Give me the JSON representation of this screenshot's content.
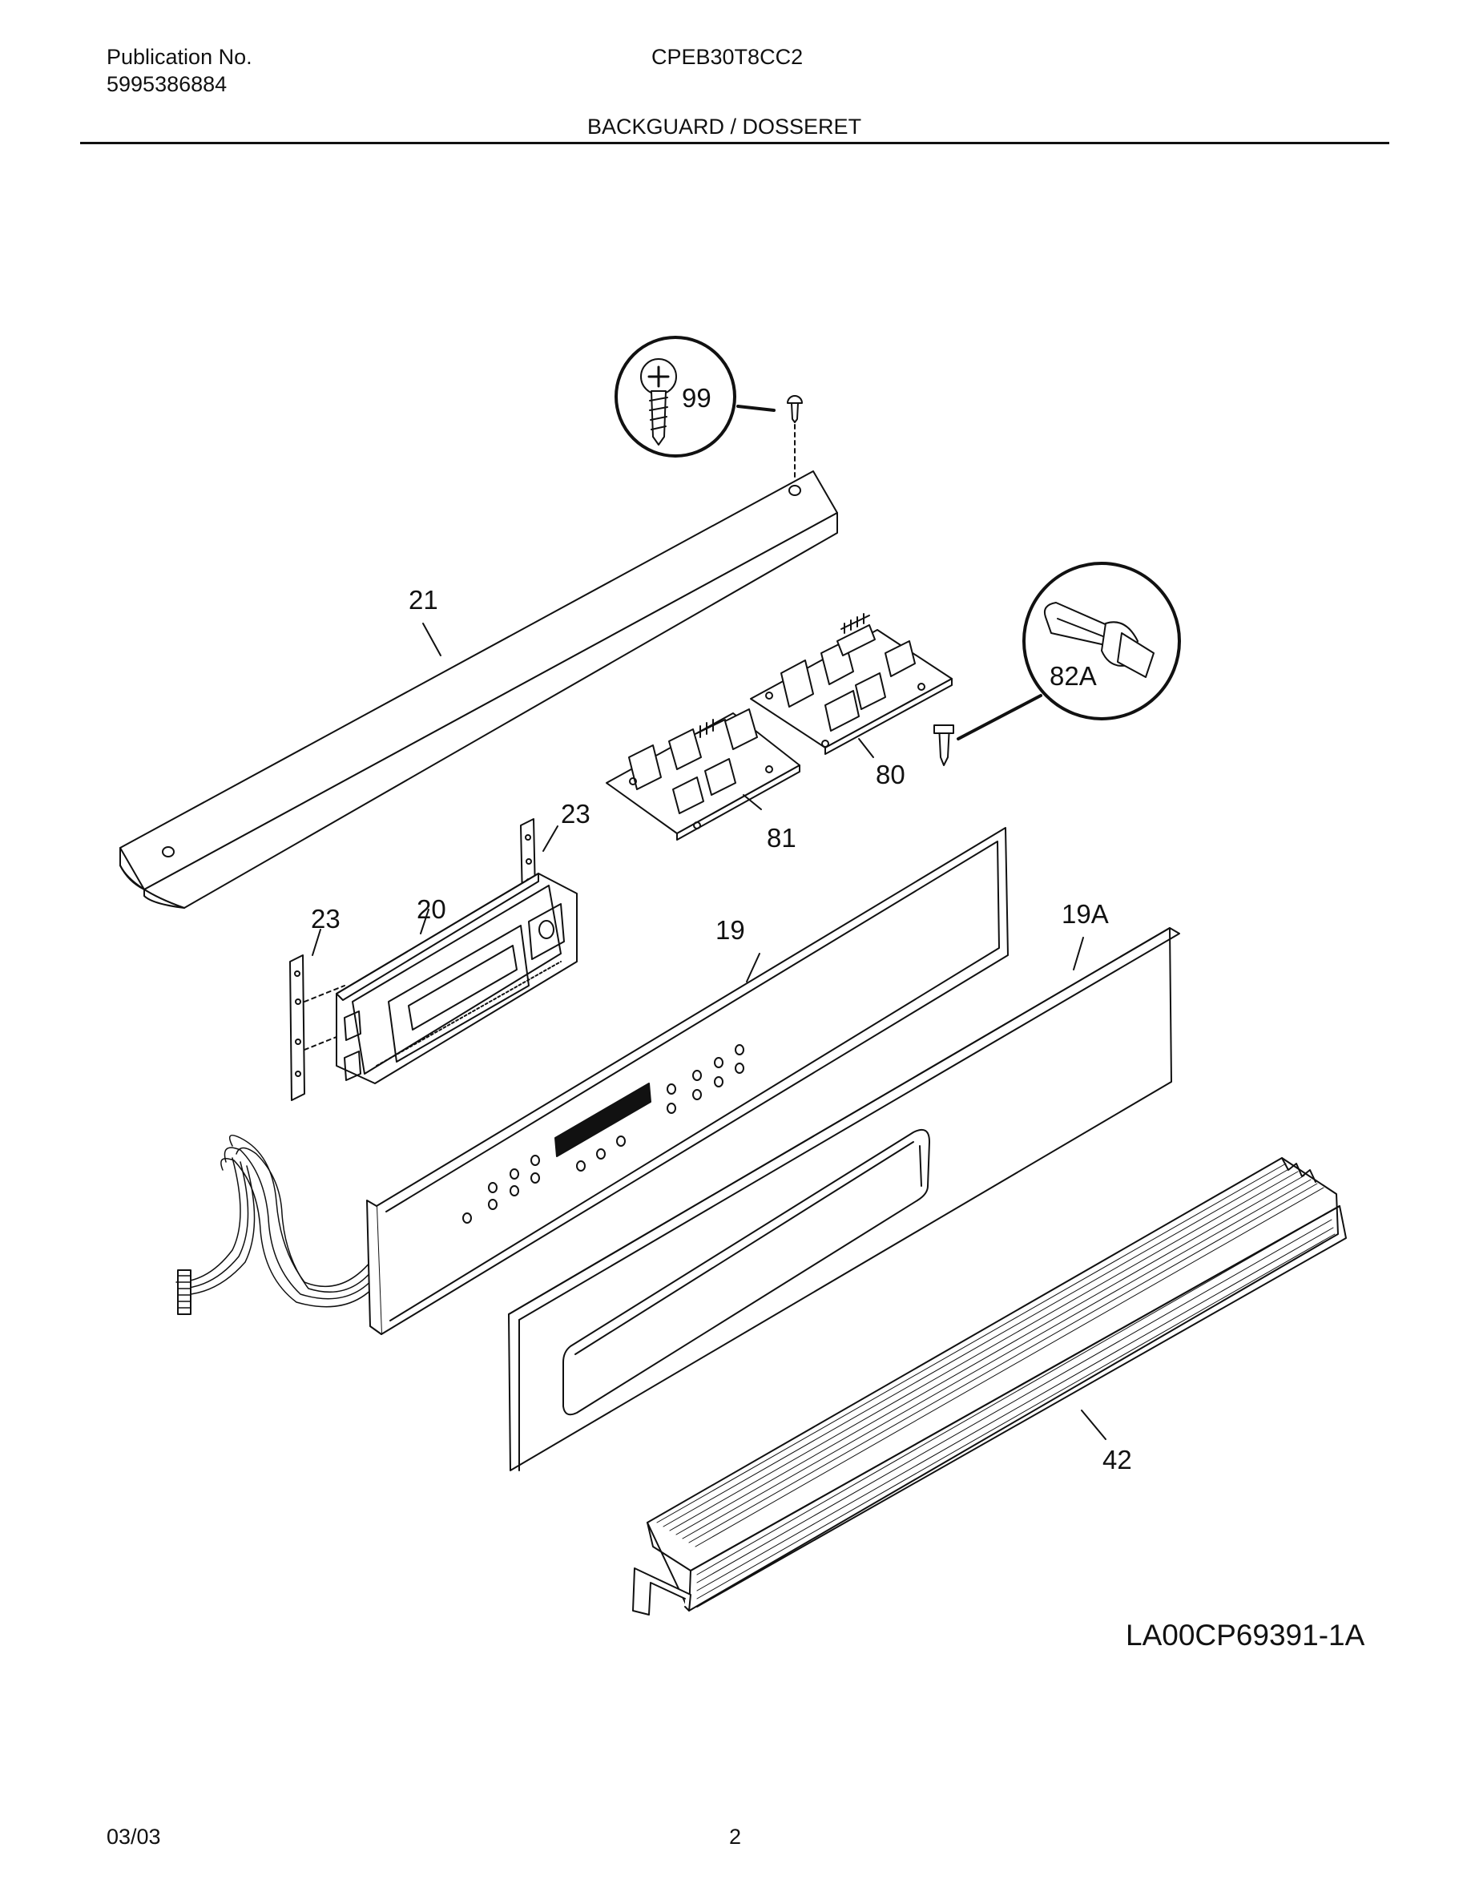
{
  "header": {
    "publication_label": "Publication No.",
    "publication_number": "5995386884",
    "model": "CPEB30T8CC2",
    "section_title": "BACKGUARD / DOSSERET"
  },
  "diagram": {
    "callouts": {
      "p99": "99",
      "p21": "21",
      "p82a": "82A",
      "p80": "80",
      "p81": "81",
      "p23a": "23",
      "p23b": "23",
      "p20": "20",
      "p19": "19",
      "p19a": "19A",
      "p42": "42"
    },
    "drawing_code": "LA00CP69391-1A"
  },
  "footer": {
    "date": "03/03",
    "page": "2"
  }
}
